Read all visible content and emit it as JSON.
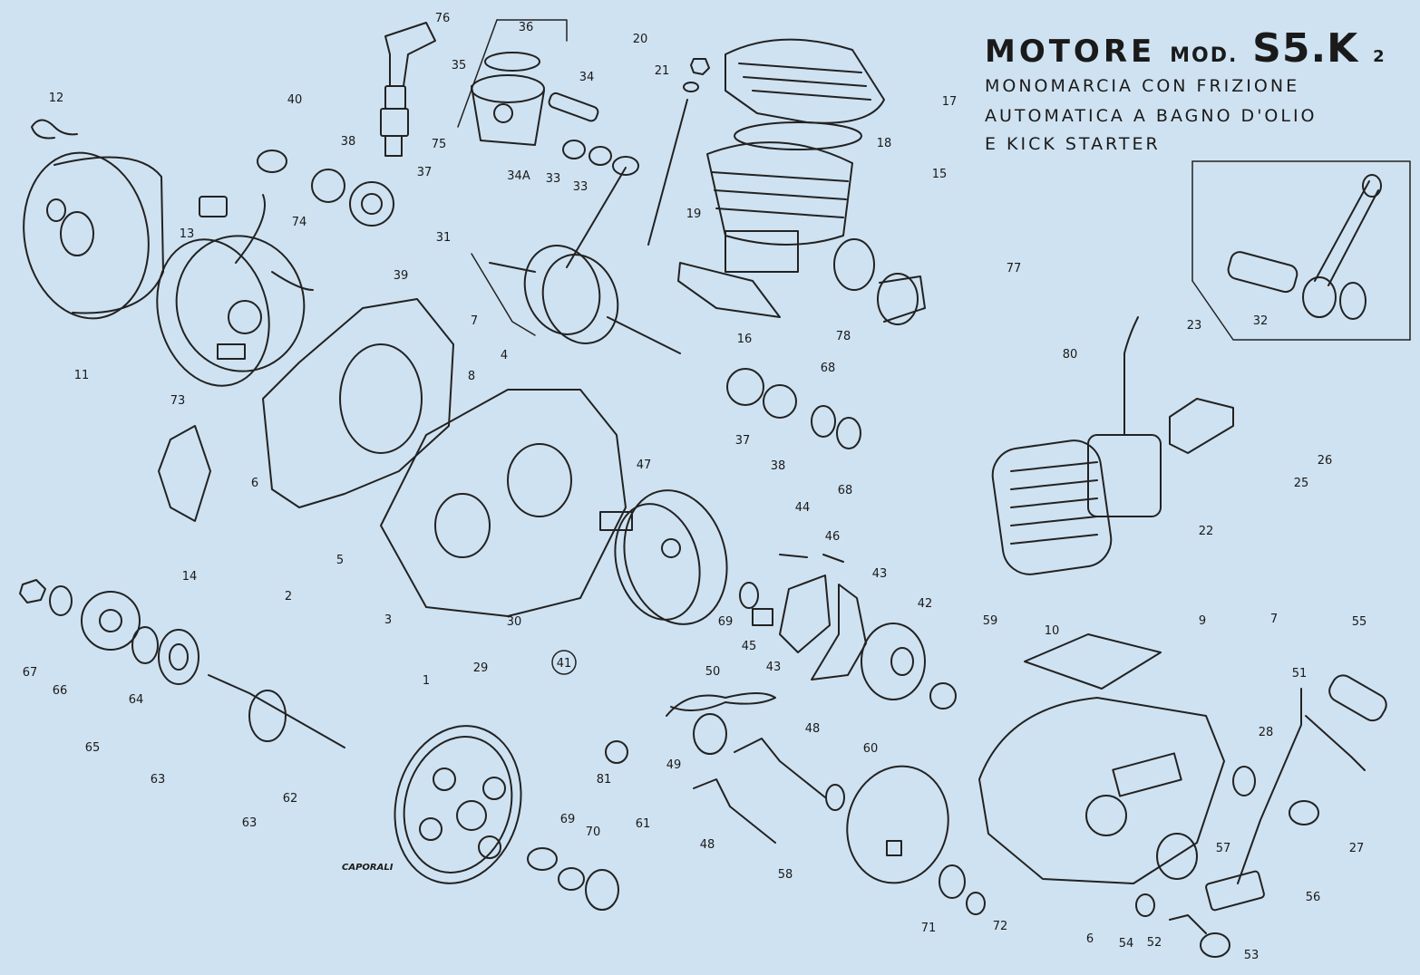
{
  "title": {
    "line1_main": "MOTORE",
    "line1_mod": "MOD.",
    "line1_model": "S5.K",
    "line1_suffix": "2",
    "line2": "MONOMARCIA CON FRIZIONE",
    "line3": "AUTOMATICA A BAGNO D'OLIO",
    "line4": "E KICK STARTER"
  },
  "signature": "CAPORALI",
  "colors": {
    "background": "#cfe2f1",
    "ink": "#1a1a1a"
  },
  "callouts": [
    "12",
    "76",
    "36",
    "35",
    "34",
    "20",
    "21",
    "17",
    "40",
    "38",
    "37",
    "75",
    "34A",
    "33",
    "33",
    "18",
    "15",
    "13",
    "74",
    "19",
    "31",
    "39",
    "11",
    "73",
    "77",
    "78",
    "16",
    "7",
    "8",
    "4",
    "80",
    "23",
    "32",
    "37",
    "38",
    "68",
    "68",
    "6",
    "2",
    "5",
    "3",
    "1",
    "14",
    "47",
    "26",
    "25",
    "22",
    "44",
    "46",
    "43",
    "69",
    "45",
    "43",
    "42",
    "59",
    "30",
    "29",
    "41",
    "67",
    "66",
    "65",
    "64",
    "63",
    "63",
    "62",
    "10",
    "9",
    "7",
    "55",
    "51",
    "50",
    "49",
    "48",
    "60",
    "81",
    "28",
    "57",
    "27",
    "48",
    "58",
    "69",
    "70",
    "61",
    "71",
    "72",
    "6",
    "54",
    "52",
    "53",
    "56"
  ]
}
